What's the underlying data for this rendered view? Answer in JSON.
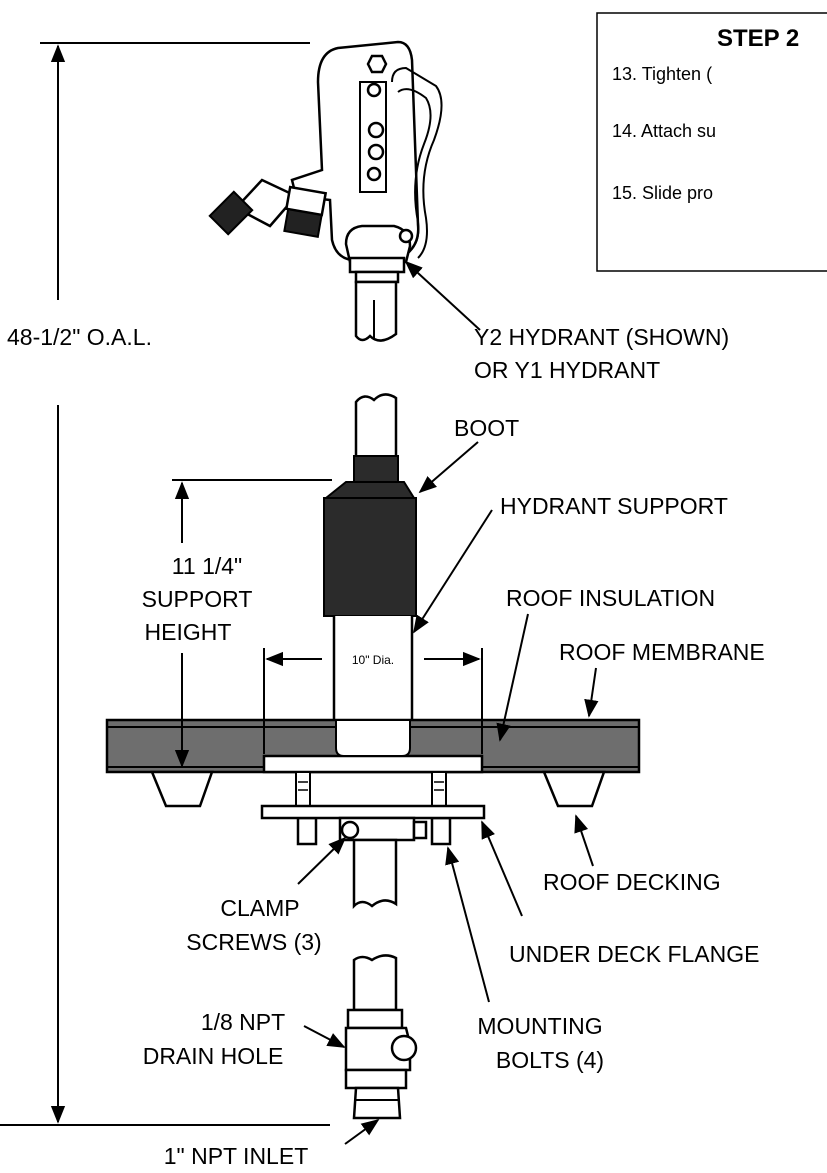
{
  "step_box": {
    "title": "STEP 2",
    "items": [
      "13. Tighten (",
      "14. Attach su",
      "15. Slide pro"
    ]
  },
  "dimensions": {
    "overall_length": "48-1/2\" O.A.L.",
    "support_height_line1": "11 1/4\"",
    "support_height_line2": "SUPPORT",
    "support_height_line3": "HEIGHT",
    "diameter": "10\" Dia."
  },
  "callouts": {
    "hydrant_line1": "Y2 HYDRANT (SHOWN)",
    "hydrant_line2": "OR Y1 HYDRANT",
    "boot": "BOOT",
    "hydrant_support": "HYDRANT SUPPORT",
    "roof_insulation": "ROOF INSULATION",
    "roof_membrane": "ROOF MEMBRANE",
    "roof_decking": "ROOF DECKING",
    "under_deck_flange": "UNDER DECK FLANGE",
    "clamp_screws_line1": "CLAMP",
    "clamp_screws_line2": "SCREWS (3)",
    "drain_hole_line1": "1/8 NPT",
    "drain_hole_line2": "DRAIN HOLE",
    "mounting_bolts_line1": "MOUNTING",
    "mounting_bolts_line2": "BOLTS (4)",
    "npt_inlet": "1\" NPT INLET"
  },
  "colors": {
    "boot": "#2b2b2b",
    "insulation": "#6e6e6e",
    "outline": "#000000"
  }
}
